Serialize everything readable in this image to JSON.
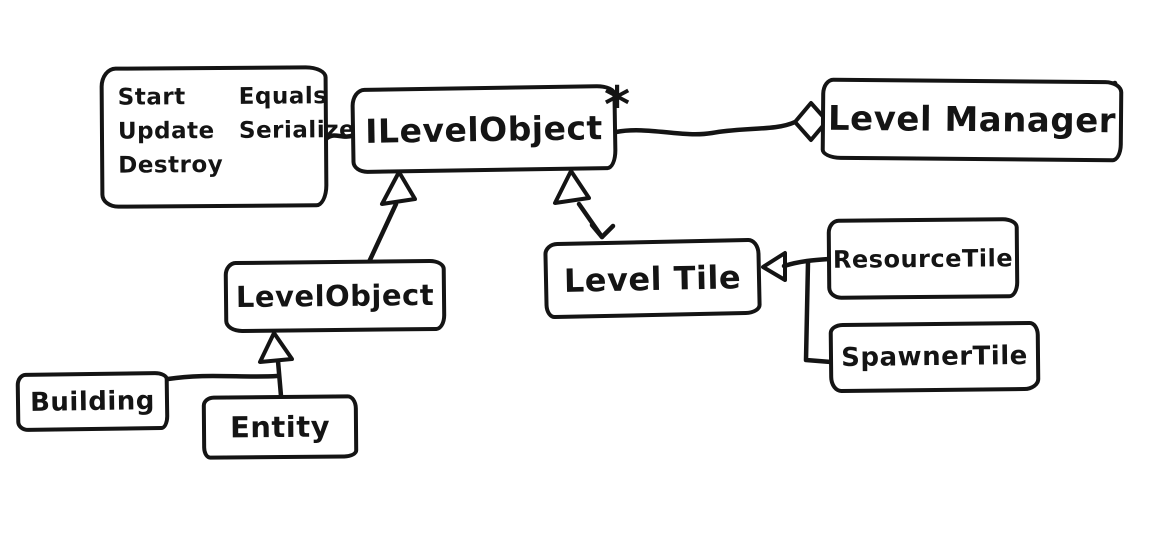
{
  "diagram": {
    "kind": "hand-drawn-uml-class-diagram",
    "background_color": "#ffffff",
    "ink_color": "#141414",
    "methods_note": {
      "columns": [
        [
          "Start",
          "Update",
          "Destroy"
        ],
        [
          "Equals",
          "Serialize"
        ]
      ]
    },
    "classes": {
      "ilevelobject": "ILevelObject",
      "levelmanager": "Level Manager",
      "levelobject": "LevelObject",
      "leveltile": "Level Tile",
      "resourcetile": "ResourceTile",
      "spawnertile": "SpawnerTile",
      "building": "Building",
      "entity": "Entity"
    },
    "multiplicity_star": "*",
    "relations": [
      {
        "type": "aggregation",
        "whole": "Level Manager",
        "part": "ILevelObject",
        "part_multiplicity": "*"
      },
      {
        "type": "generalization",
        "child": "LevelObject",
        "parent": "ILevelObject"
      },
      {
        "type": "generalization",
        "child": "Level Tile",
        "parent": "ILevelObject"
      },
      {
        "type": "generalization",
        "child": "ResourceTile",
        "parent": "Level Tile"
      },
      {
        "type": "generalization",
        "child": "SpawnerTile",
        "parent": "Level Tile"
      },
      {
        "type": "generalization",
        "child": "Building",
        "parent": "LevelObject"
      },
      {
        "type": "generalization",
        "child": "Entity",
        "parent": "LevelObject"
      },
      {
        "type": "attached-note",
        "note": "methods_note",
        "target": "ILevelObject"
      }
    ]
  }
}
